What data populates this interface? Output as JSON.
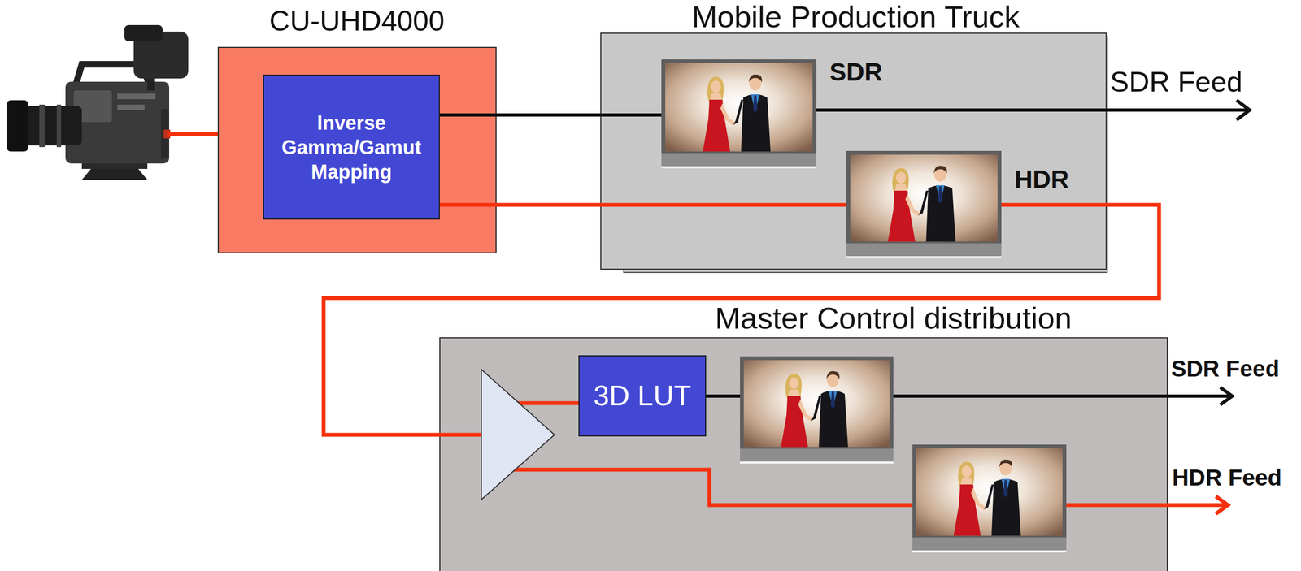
{
  "diagram": {
    "nodes": [
      {
        "text": [
          "CU-UHD4000"
        ]
      },
      {
        "text": [
          "Inverse Gamma/Gamut Mapping"
        ],
        "in": 0
      },
      {
        "text": [
          "Mobile Production Truck"
        ]
      },
      {
        "text": [
          "SDR"
        ],
        "in": 2
      },
      {
        "text": [
          "HDR"
        ],
        "in": 2
      },
      {
        "text": [
          "Master Control distribution"
        ]
      },
      {
        "text": [
          "3D LUT"
        ],
        "in": 5
      }
    ],
    "edges": [
      {
        "from": 1,
        "to": 3,
        "arrow": "none"
      },
      {
        "from": 1,
        "to": 4,
        "arrow": "none"
      },
      {
        "from": 4,
        "to": 6,
        "arrow": "none"
      }
    ],
    "labels": [
      "SDR Feed",
      "SDR Feed",
      "HDR Feed"
    ]
  }
}
